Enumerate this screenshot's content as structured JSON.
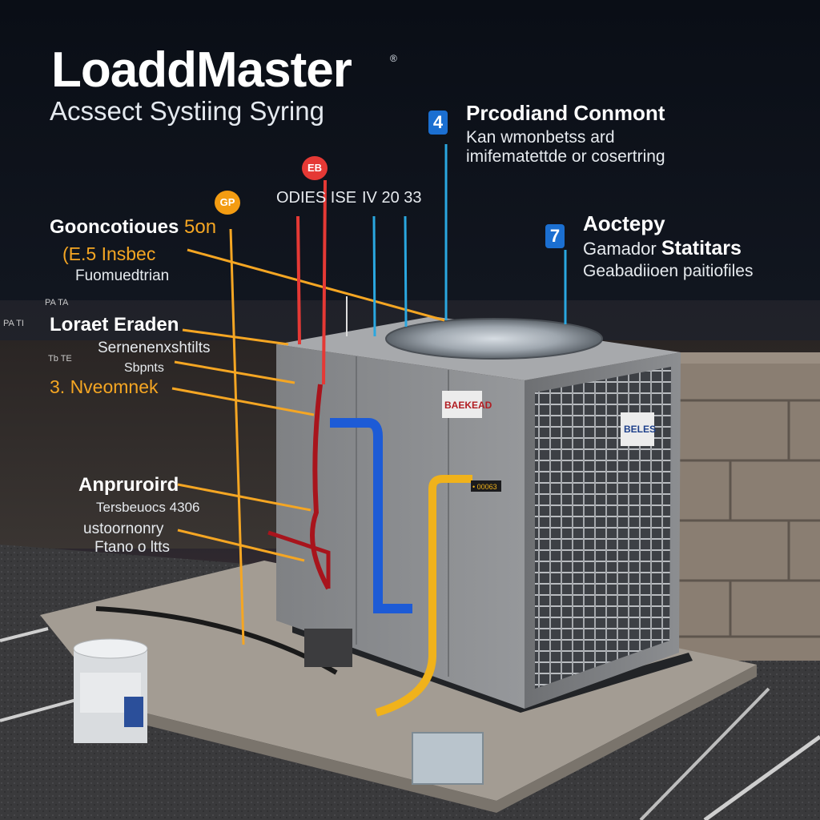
{
  "header": {
    "title": "LoaddMaster",
    "registered_mark": "®",
    "subtitle": "Acssect Systiing Syring"
  },
  "callouts": {
    "top_right": {
      "badge": "4",
      "heading": "Prcodiand Conmont",
      "line1": "Kan wmonbetss ard",
      "line2": "imifematettde or cosertring"
    },
    "mid_right": {
      "badge": "7",
      "heading1": "Aoctepy",
      "heading2_a": "Gamador",
      "heading2_b": "Statitars",
      "line1": "Geabadiioen paitiofiles"
    },
    "top_left": {
      "heading": "Gooncotioues",
      "heading_suffix": "5on",
      "line1": "(E.5  Insbec",
      "line2": "Fuomuedtrian"
    },
    "mid_left": {
      "heading": "Loraet Eraden",
      "line1": "Sernenenxshtilts",
      "line2": "Sbpnts",
      "line3": "3. Nveomnek"
    },
    "low_left": {
      "heading": "Anpruroird",
      "line1": "Tersbeuocs  4306",
      "line2": "ustoornonry",
      "line3": "Ftano o ltts"
    },
    "top_center": {
      "red_dot": "EB",
      "orange_dot": "GP",
      "code1": "ODIES ISE",
      "code2": "IV 20 33"
    },
    "far_left": {
      "tag1": "PA TA",
      "tag2": "PA  TI",
      "tag3": "Tb TE"
    }
  },
  "unit": {
    "panel_label": "BAEKEAD",
    "grille_label": "BELES",
    "pipe_tag": "• 00063"
  },
  "colors": {
    "sky_top": "#0a0e16",
    "sky_horizon": "#3a2f33",
    "unit_body": "#8b8d90",
    "orange_line": "#f5a623",
    "blue_line": "#2aa7e0",
    "red_line": "#e53935",
    "badge_blue": "#1b6fd1"
  }
}
